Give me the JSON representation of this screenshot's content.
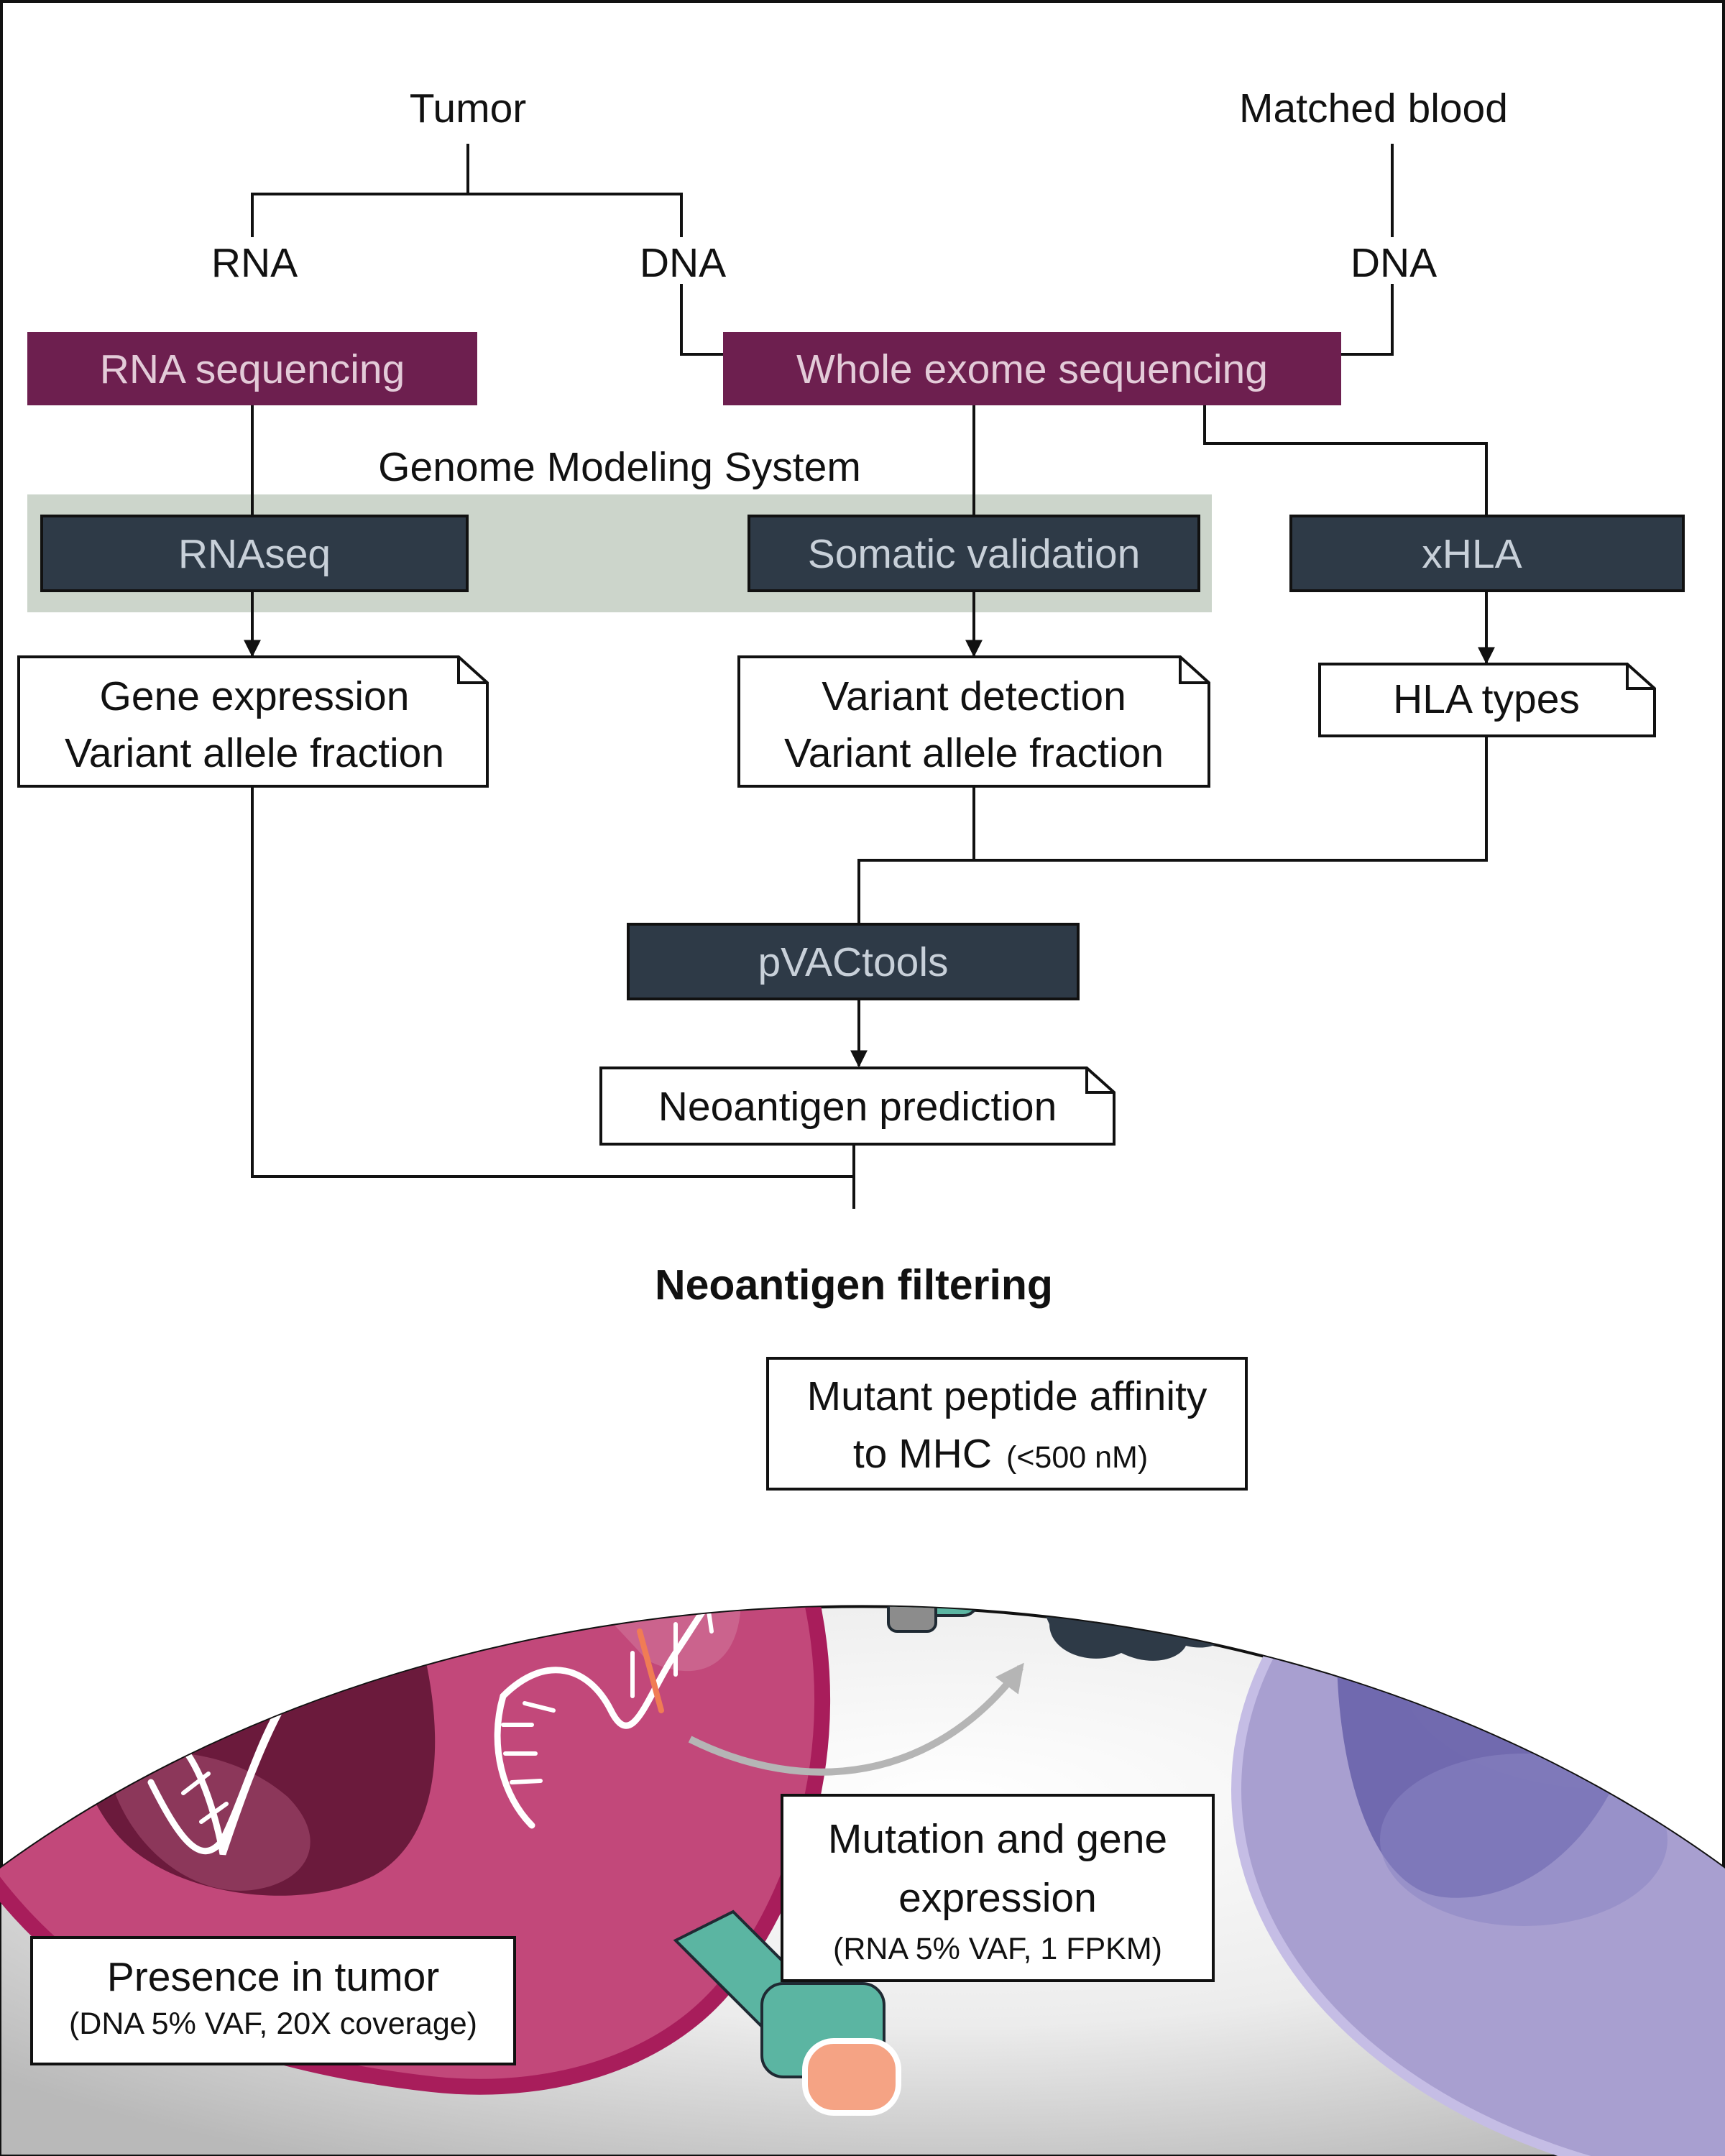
{
  "labels": {
    "tumor": "Tumor",
    "matched_blood": "Matched blood",
    "tumor_rna": "RNA",
    "tumor_dna": "DNA",
    "blood_dna": "DNA",
    "genome_modeling_system": "Genome Modeling System",
    "neoantigen_filtering": "Neoantigen filtering"
  },
  "bars": {
    "rna_sequencing": "RNA sequencing",
    "whole_exome_sequencing": "Whole exome sequencing",
    "rnaseq": "RNAseq",
    "somatic_validation": "Somatic validation",
    "xhla": "xHLA",
    "pvactools": "pVACtools"
  },
  "notes": {
    "gene_expression_line1": "Gene expression",
    "gene_expression_line2": "Variant allele fraction",
    "variant_detection_line1": "Variant detection",
    "variant_detection_line2": "Variant allele fraction",
    "hla_types": "HLA types",
    "neoantigen_prediction": "Neoantigen prediction"
  },
  "filters": {
    "affinity_line1": "Mutant peptide affinity",
    "affinity_line2": "to MHC",
    "affinity_criterion": "(<500 nM)",
    "expression_line1": "Mutation and gene",
    "expression_line2": "expression",
    "expression_criterion": "(RNA 5% VAF, 1 FPKM)",
    "presence_line1": "Presence in tumor",
    "presence_criterion": "(DNA 5% VAF, 20X coverage)"
  },
  "colors": {
    "sequencing_bar": "#6d1f4f",
    "sequencing_text": "#e3cbd8",
    "tool_bar": "#2e3a47",
    "tool_text": "#c8d0d9",
    "gms_panel": "#ccd5cb",
    "dome": "#c9c9c9",
    "tumor_cell": "#c2487a",
    "tumor_membrane": "#a81d5b",
    "nucleus": "#6b1a3c",
    "t_cell": "#a89fd0",
    "t_cell_nucleus": "#6d66ad",
    "mhc": "#5bb5a2",
    "peptide": "#f07c55",
    "tcr": "#2e3a47",
    "mutation": "#f07c55"
  },
  "icons": [
    "dna-helix-icon",
    "mrna-strand-icon",
    "mhc-molecule-icon",
    "t-cell-receptor-icon",
    "process-arrow-icon"
  ]
}
